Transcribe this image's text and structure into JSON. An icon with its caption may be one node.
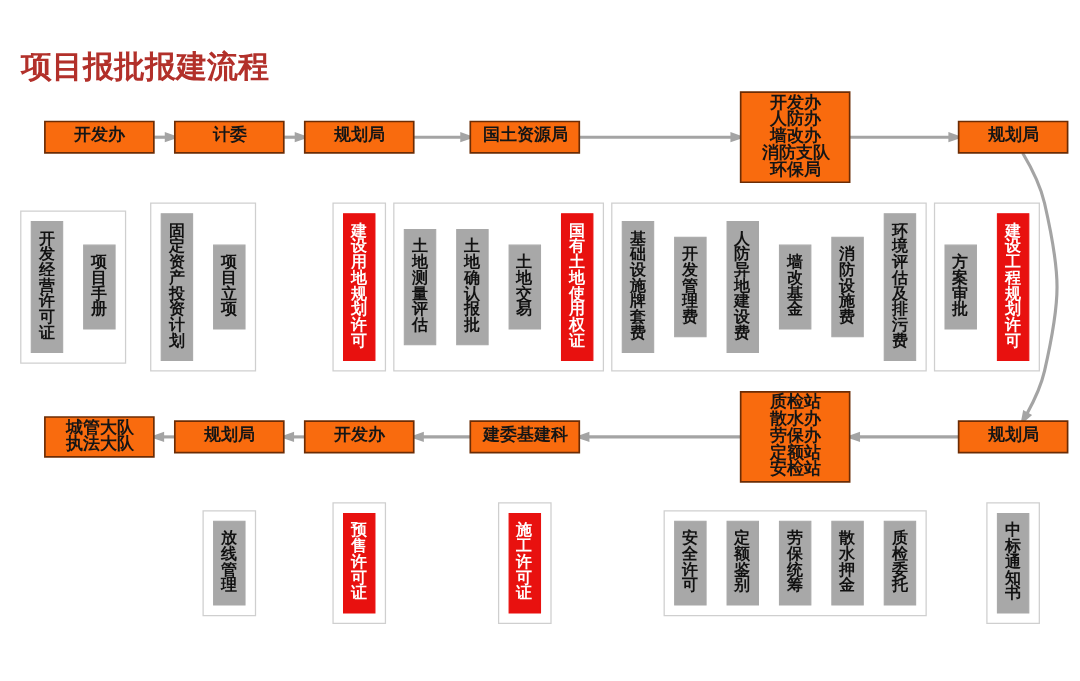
{
  "diagram": {
    "title": "项目报批报建流程",
    "nodes": [
      {
        "text": [
          "开发办"
        ]
      },
      {
        "text": [],
        "shape": "box"
      },
      {
        "text": [
          "开发经营许可证"
        ],
        "in": 1
      },
      {
        "text": [
          "项目手册"
        ],
        "in": 1
      },
      {
        "text": [
          "计委"
        ]
      },
      {
        "text": [],
        "shape": "box"
      },
      {
        "text": [
          "固定资产投资计划"
        ],
        "in": 5
      },
      {
        "text": [
          "项目立项"
        ],
        "in": 5
      },
      {
        "text": [
          "规划局"
        ]
      },
      {
        "text": [],
        "shape": "box"
      },
      {
        "text": [
          "建设用地规划许可"
        ],
        "in": 9
      },
      {
        "text": [
          "国土资源局"
        ]
      },
      {
        "text": [],
        "shape": "box"
      },
      {
        "text": [
          "土地测量评估"
        ],
        "in": 12
      },
      {
        "text": [
          "土地确认报批"
        ],
        "in": 12
      },
      {
        "text": [
          "土地交易"
        ],
        "in": 12
      },
      {
        "text": [
          "国有土地使用权证"
        ],
        "in": 12
      },
      {
        "text": [
          "开发办",
          "人防办",
          "墙改办",
          "消防支队",
          "环保局"
        ]
      },
      {
        "text": [],
        "shape": "box"
      },
      {
        "text": [
          "基础设施牌套费"
        ],
        "in": 18
      },
      {
        "text": [
          "开发管理费"
        ],
        "in": 18
      },
      {
        "text": [
          "人防异地建设费"
        ],
        "in": 18
      },
      {
        "text": [
          "墙改基金"
        ],
        "in": 18
      },
      {
        "text": [
          "消防设施费"
        ],
        "in": 18
      },
      {
        "text": [
          "环境评估及排污费"
        ],
        "in": 18
      },
      {
        "text": [
          "规划局"
        ]
      },
      {
        "text": [],
        "shape": "box"
      },
      {
        "text": [
          "方案审批"
        ],
        "in": 26
      },
      {
        "text": [
          "建设工程规划许可"
        ],
        "in": 26
      },
      {
        "text": [
          "规划局"
        ]
      },
      {
        "text": [],
        "shape": "box"
      },
      {
        "text": [
          "中标通知书"
        ],
        "in": 30
      },
      {
        "text": [
          "质检站",
          "散水办",
          "劳保办",
          "定额站",
          "安检站"
        ]
      },
      {
        "text": [],
        "shape": "box"
      },
      {
        "text": [
          "安全许可"
        ],
        "in": 33
      },
      {
        "text": [
          "定额鉴别"
        ],
        "in": 33
      },
      {
        "text": [
          "劳保统筹"
        ],
        "in": 33
      },
      {
        "text": [
          "散水押金"
        ],
        "in": 33
      },
      {
        "text": [
          "质检委托"
        ],
        "in": 33
      },
      {
        "text": [
          "建委基建科"
        ]
      },
      {
        "text": [],
        "shape": "box"
      },
      {
        "text": [
          "施工许可证"
        ],
        "in": 40
      },
      {
        "text": [
          "开发办"
        ]
      },
      {
        "text": [],
        "shape": "box"
      },
      {
        "text": [
          "预售许可证"
        ],
        "in": 43
      },
      {
        "text": [
          "规划局"
        ]
      },
      {
        "text": [],
        "shape": "box"
      },
      {
        "text": [
          "放线管理"
        ],
        "in": 46
      },
      {
        "text": [
          "城管大队",
          "执法大队"
        ]
      }
    ],
    "edges": [
      {
        "from": 0,
        "to": 4,
        "arrow": "to"
      },
      {
        "from": 4,
        "to": 8,
        "arrow": "to"
      },
      {
        "from": 8,
        "to": 11,
        "arrow": "to"
      },
      {
        "from": 11,
        "to": 17,
        "arrow": "to"
      },
      {
        "from": 17,
        "to": 25,
        "arrow": "to"
      },
      {
        "from": 25,
        "to": 29,
        "arrow": "to"
      },
      {
        "from": 29,
        "to": 32,
        "arrow": "to"
      },
      {
        "from": 32,
        "to": 39,
        "arrow": "to"
      },
      {
        "from": 39,
        "to": 42,
        "arrow": "to"
      },
      {
        "from": 42,
        "to": 45,
        "arrow": "to"
      },
      {
        "from": 45,
        "to": 48,
        "arrow": "to"
      }
    ]
  }
}
